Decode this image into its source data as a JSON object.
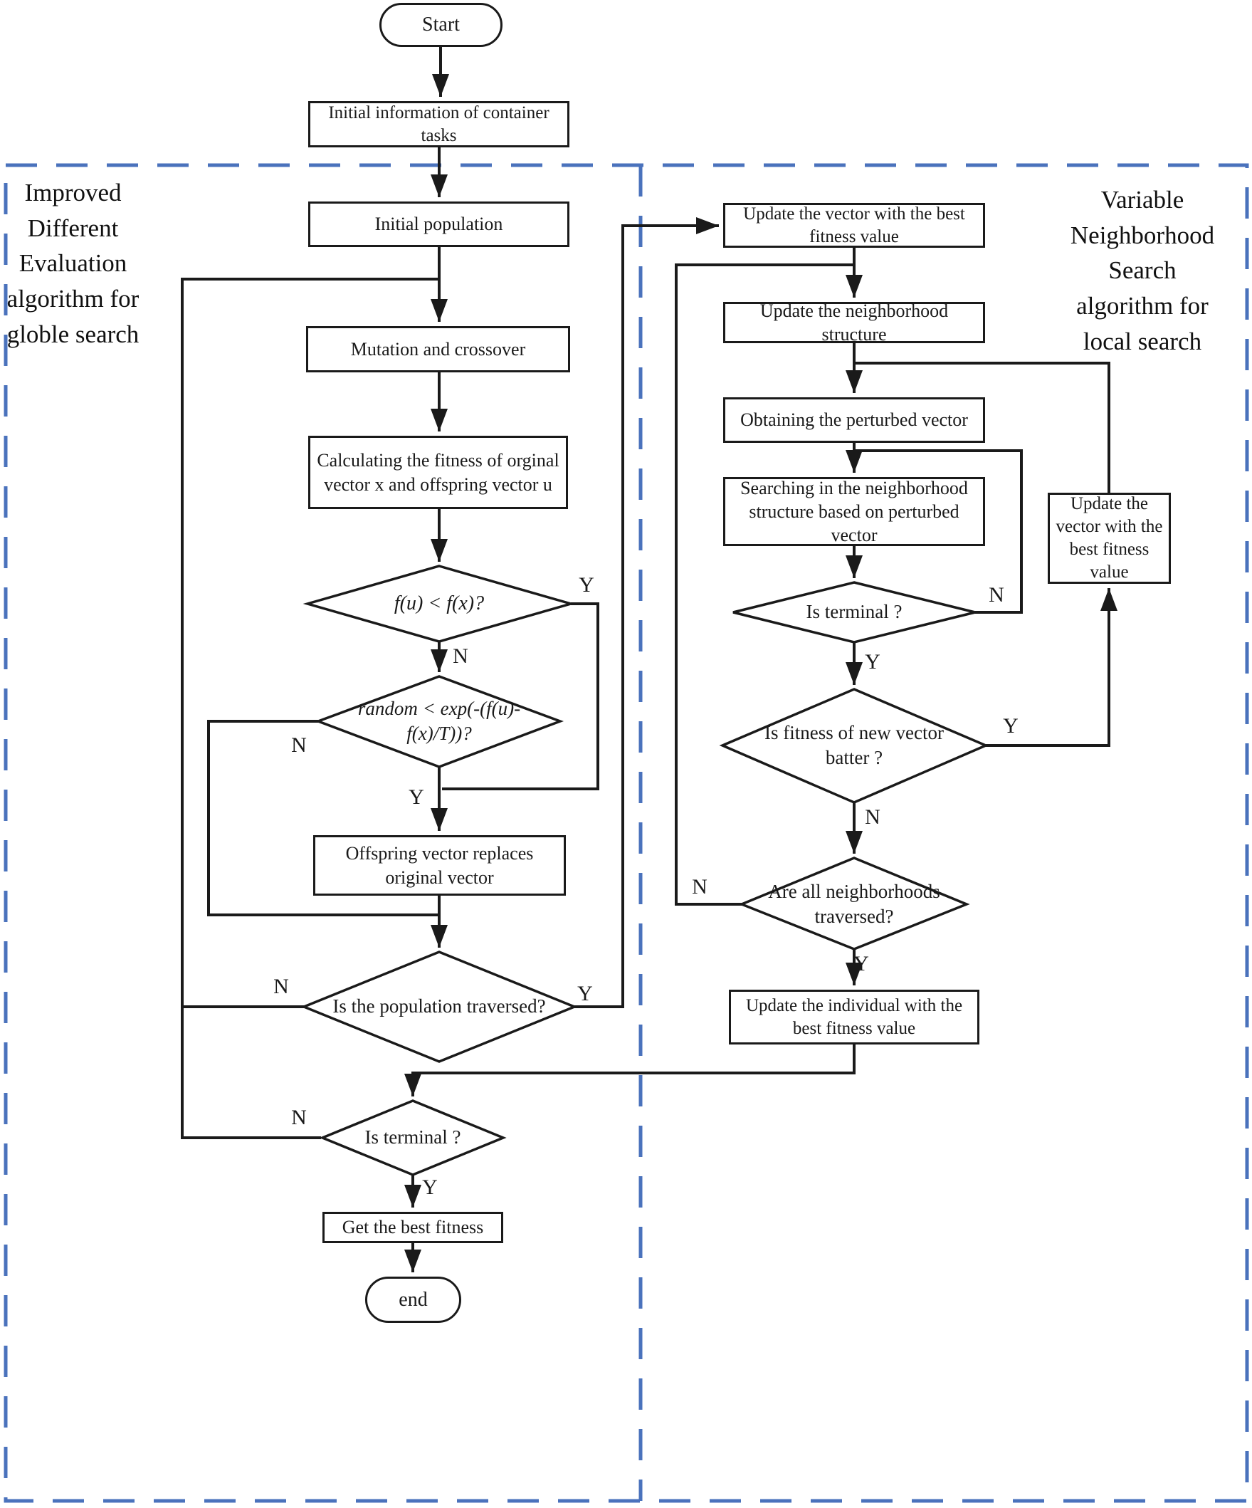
{
  "labels": {
    "yes": "Y",
    "no": "N"
  },
  "sections": {
    "left": {
      "title": "Improved\nDifferent\nEvaluation\nalgorithm for\ngloble search"
    },
    "right": {
      "title": "Variable\nNeighborhood\nSearch\nalgorithm for\nlocal search"
    }
  },
  "nodes": {
    "start": "Start",
    "initial_info": "Initial information of container tasks",
    "initial_population": "Initial population",
    "mutation_crossover": "Mutation and crossover",
    "calc_fitness": "Calculating the fitness of orginal vector x and offspring vector u",
    "cond_offspring_better": "f(u) < f(x)?",
    "cond_random": "random < exp(-(f(u)-f(x)/T))?",
    "offspring_replace": "Offspring vector replaces original vector",
    "population_traversed": "Is the population traversed?",
    "is_terminal_left": "Is terminal ?",
    "get_best_fitness": "Get the best fitness",
    "end": "end",
    "update_vector_best": "Update the vector with the best fitness value",
    "update_neighborhood": "Update the neighborhood structure",
    "obtain_perturbed": "Obtaining the perturbed vector",
    "search_neighborhood": "Searching in the neighborhood structure based on perturbed vector",
    "is_terminal_right": "Is terminal ?",
    "fitness_new_vector": "Is fitness of new vector batter ?",
    "all_neighborhoods_traversed": "Are all neighborhoods traversed?",
    "update_individual_best": "Update the individual with the best fitness value",
    "update_vector_best_small": "Update the vector with the best fitness value"
  },
  "style": {
    "line_color": "#1a1a1a",
    "dash_color": "#4a72bc"
  }
}
